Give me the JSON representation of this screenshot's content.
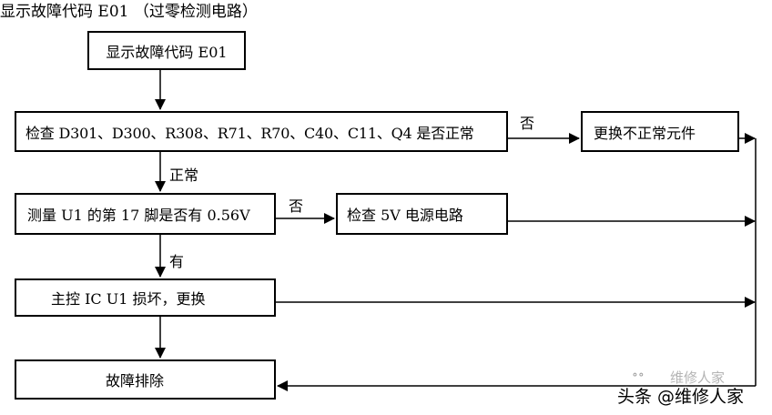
{
  "title": "显示故障代码 E01 （过零检测电路）",
  "nodes": {
    "show_code": "显示故障代码 E01",
    "check_parts": "检查 D301、D300、R308、R71、R70、C40、C11、Q4 是否正常",
    "replace_parts": "更换不正常元件",
    "measure_u1": "测量 U1 的第 17 脚是否有 0.56V",
    "check_5v": "检查 5V 电源电路",
    "main_ic": "主控 IC U1 损坏，更换",
    "resolved": "故障排除"
  },
  "edge_labels": {
    "no_1": "否",
    "normal": "正常",
    "no_2": "否",
    "yes": "有"
  },
  "watermark": {
    "faint": "维修人家",
    "main": "头条 @维修人家"
  }
}
